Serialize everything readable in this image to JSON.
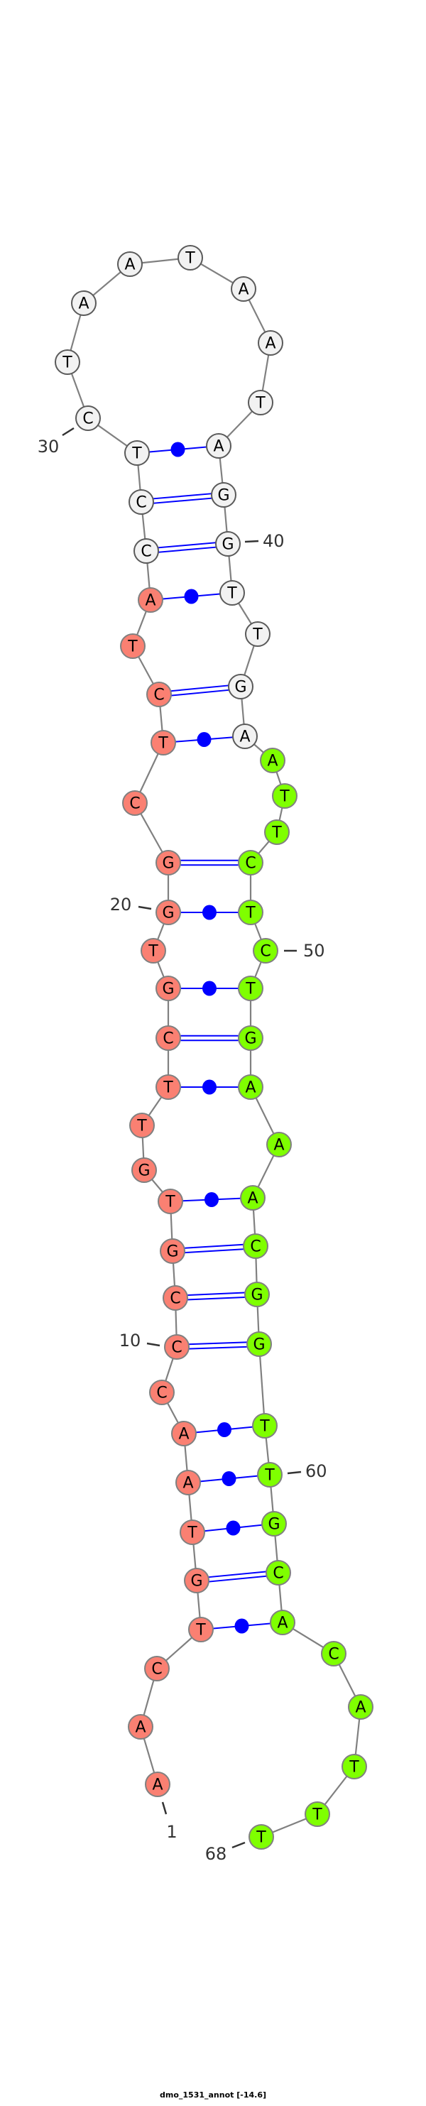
{
  "title": "dmo_1531_annot [-14.6]",
  "nucleotides": [
    "A",
    "A",
    "C",
    "T",
    "G",
    "T",
    "A",
    "A",
    "C",
    "C",
    "C",
    "G",
    "T",
    "G",
    "T",
    "T",
    "C",
    "G",
    "T",
    "G",
    "G",
    "C",
    "T",
    "C",
    "T",
    "A",
    "C",
    "C",
    "T",
    "C",
    "T",
    "A",
    "A",
    "T",
    "A",
    "A",
    "T",
    "A",
    "G",
    "G",
    "T",
    "T",
    "G",
    "A",
    "A",
    "T",
    "T",
    "C",
    "T",
    "C",
    "T",
    "G",
    "A",
    "A",
    "A",
    "C",
    "G",
    "G",
    "T",
    "T",
    "G",
    "C",
    "A",
    "C",
    "A",
    "T",
    "T",
    "T"
  ],
  "colors": {
    "segment1": "#fa8072",
    "segment2": "#f2f2f2",
    "segment3": "#7fff00",
    "pair_line": "#0000ff",
    "backbone": "#808080"
  },
  "segments": [
    {
      "from": 1,
      "to": 26,
      "color_key": "segment1"
    },
    {
      "from": 27,
      "to": 44,
      "color_key": "segment2"
    },
    {
      "from": 45,
      "to": 68,
      "color_key": "segment3"
    }
  ],
  "position_labels": [
    {
      "index": 1,
      "text": "1"
    },
    {
      "index": 10,
      "text": "10"
    },
    {
      "index": 20,
      "text": "20"
    },
    {
      "index": 30,
      "text": "30"
    },
    {
      "index": 40,
      "text": "40"
    },
    {
      "index": 50,
      "text": "50"
    },
    {
      "index": 60,
      "text": "60"
    },
    {
      "index": 68,
      "text": "68"
    }
  ],
  "pairs": [
    {
      "i": 4,
      "j": 63,
      "type": "wobble-dot"
    },
    {
      "i": 5,
      "j": 62,
      "type": "double"
    },
    {
      "i": 6,
      "j": 61,
      "type": "wobble-dot"
    },
    {
      "i": 7,
      "j": 60,
      "type": "wobble-dot"
    },
    {
      "i": 8,
      "j": 59,
      "type": "wobble-dot"
    },
    {
      "i": 10,
      "j": 58,
      "type": "double"
    },
    {
      "i": 11,
      "j": 57,
      "type": "double"
    },
    {
      "i": 12,
      "j": 56,
      "type": "double"
    },
    {
      "i": 13,
      "j": 55,
      "type": "wobble-dot"
    },
    {
      "i": 16,
      "j": 53,
      "type": "wobble-dot"
    },
    {
      "i": 17,
      "j": 52,
      "type": "double"
    },
    {
      "i": 18,
      "j": 51,
      "type": "wobble-dot"
    },
    {
      "i": 20,
      "j": 49,
      "type": "wobble-dot"
    },
    {
      "i": 21,
      "j": 48,
      "type": "double"
    },
    {
      "i": 23,
      "j": 44,
      "type": "wobble-dot"
    },
    {
      "i": 24,
      "j": 43,
      "type": "double"
    },
    {
      "i": 26,
      "j": 41,
      "type": "wobble-dot"
    },
    {
      "i": 27,
      "j": 40,
      "type": "double"
    },
    {
      "i": 28,
      "j": 39,
      "type": "double"
    },
    {
      "i": 29,
      "j": 38,
      "type": "wobble-dot"
    }
  ]
}
